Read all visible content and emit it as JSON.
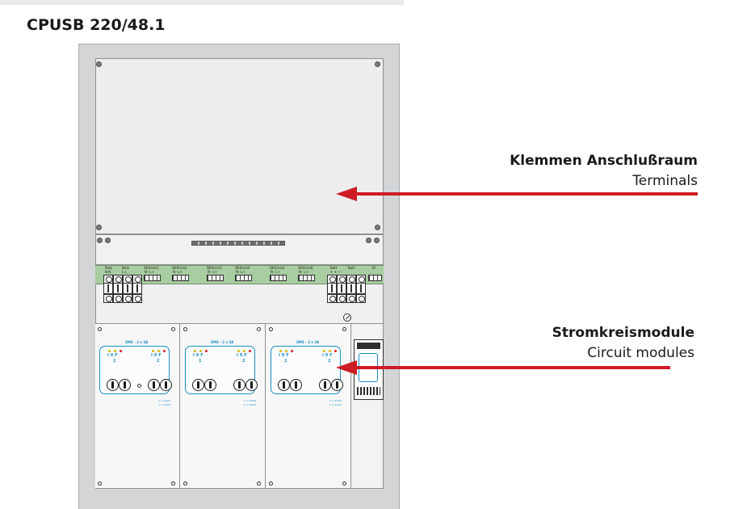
{
  "title": "CPUSB 220/48.1",
  "callouts": [
    {
      "title": "Klemmen Anschlußraum",
      "subtitle": "Terminals"
    },
    {
      "title": "Stromkreismodule",
      "subtitle": "Circuit modules"
    }
  ],
  "terminal_labels": {
    "netz1": "Netz",
    "netz2": "Netz",
    "netz1_sub": "N N",
    "netz2_sub": "L L",
    "sk1": "SK-Kreis1",
    "sk2": "SK-Kreis2",
    "sk3": "SK-Kreis3",
    "sk4": "SK-Kreis4",
    "sk5": "SK-Kreis5",
    "sk6": "SK-Kreis6",
    "pol": "N– L+",
    "batt1": "Batt",
    "batt2": "Batt",
    "bus": "Bl",
    "batt_pol": "+  +  –  –"
  },
  "modules": [
    {
      "title": "SMS - 2 x 3A",
      "ind": "I X F",
      "ch1": "1",
      "ch2": "2",
      "note1": "2 = 01/05",
      "note2": "1 = 01/02"
    },
    {
      "title": "SMS - 2 x 3A",
      "ind": "I X F",
      "ch1": "1",
      "ch2": "2",
      "note1": "2 = 03/08",
      "note2": "1 = 03/02"
    },
    {
      "title": "SMS - 2 x 3A",
      "ind": "I X F",
      "ch1": "1",
      "ch2": "2",
      "note1": "2 = 01/05",
      "note2": "1 = 01/02"
    }
  ],
  "colors": {
    "arrow": "#cf1b24",
    "module_accent": "#1a8fc9",
    "rail": "#a8cda0",
    "cabinet": "#d4d5d7"
  }
}
